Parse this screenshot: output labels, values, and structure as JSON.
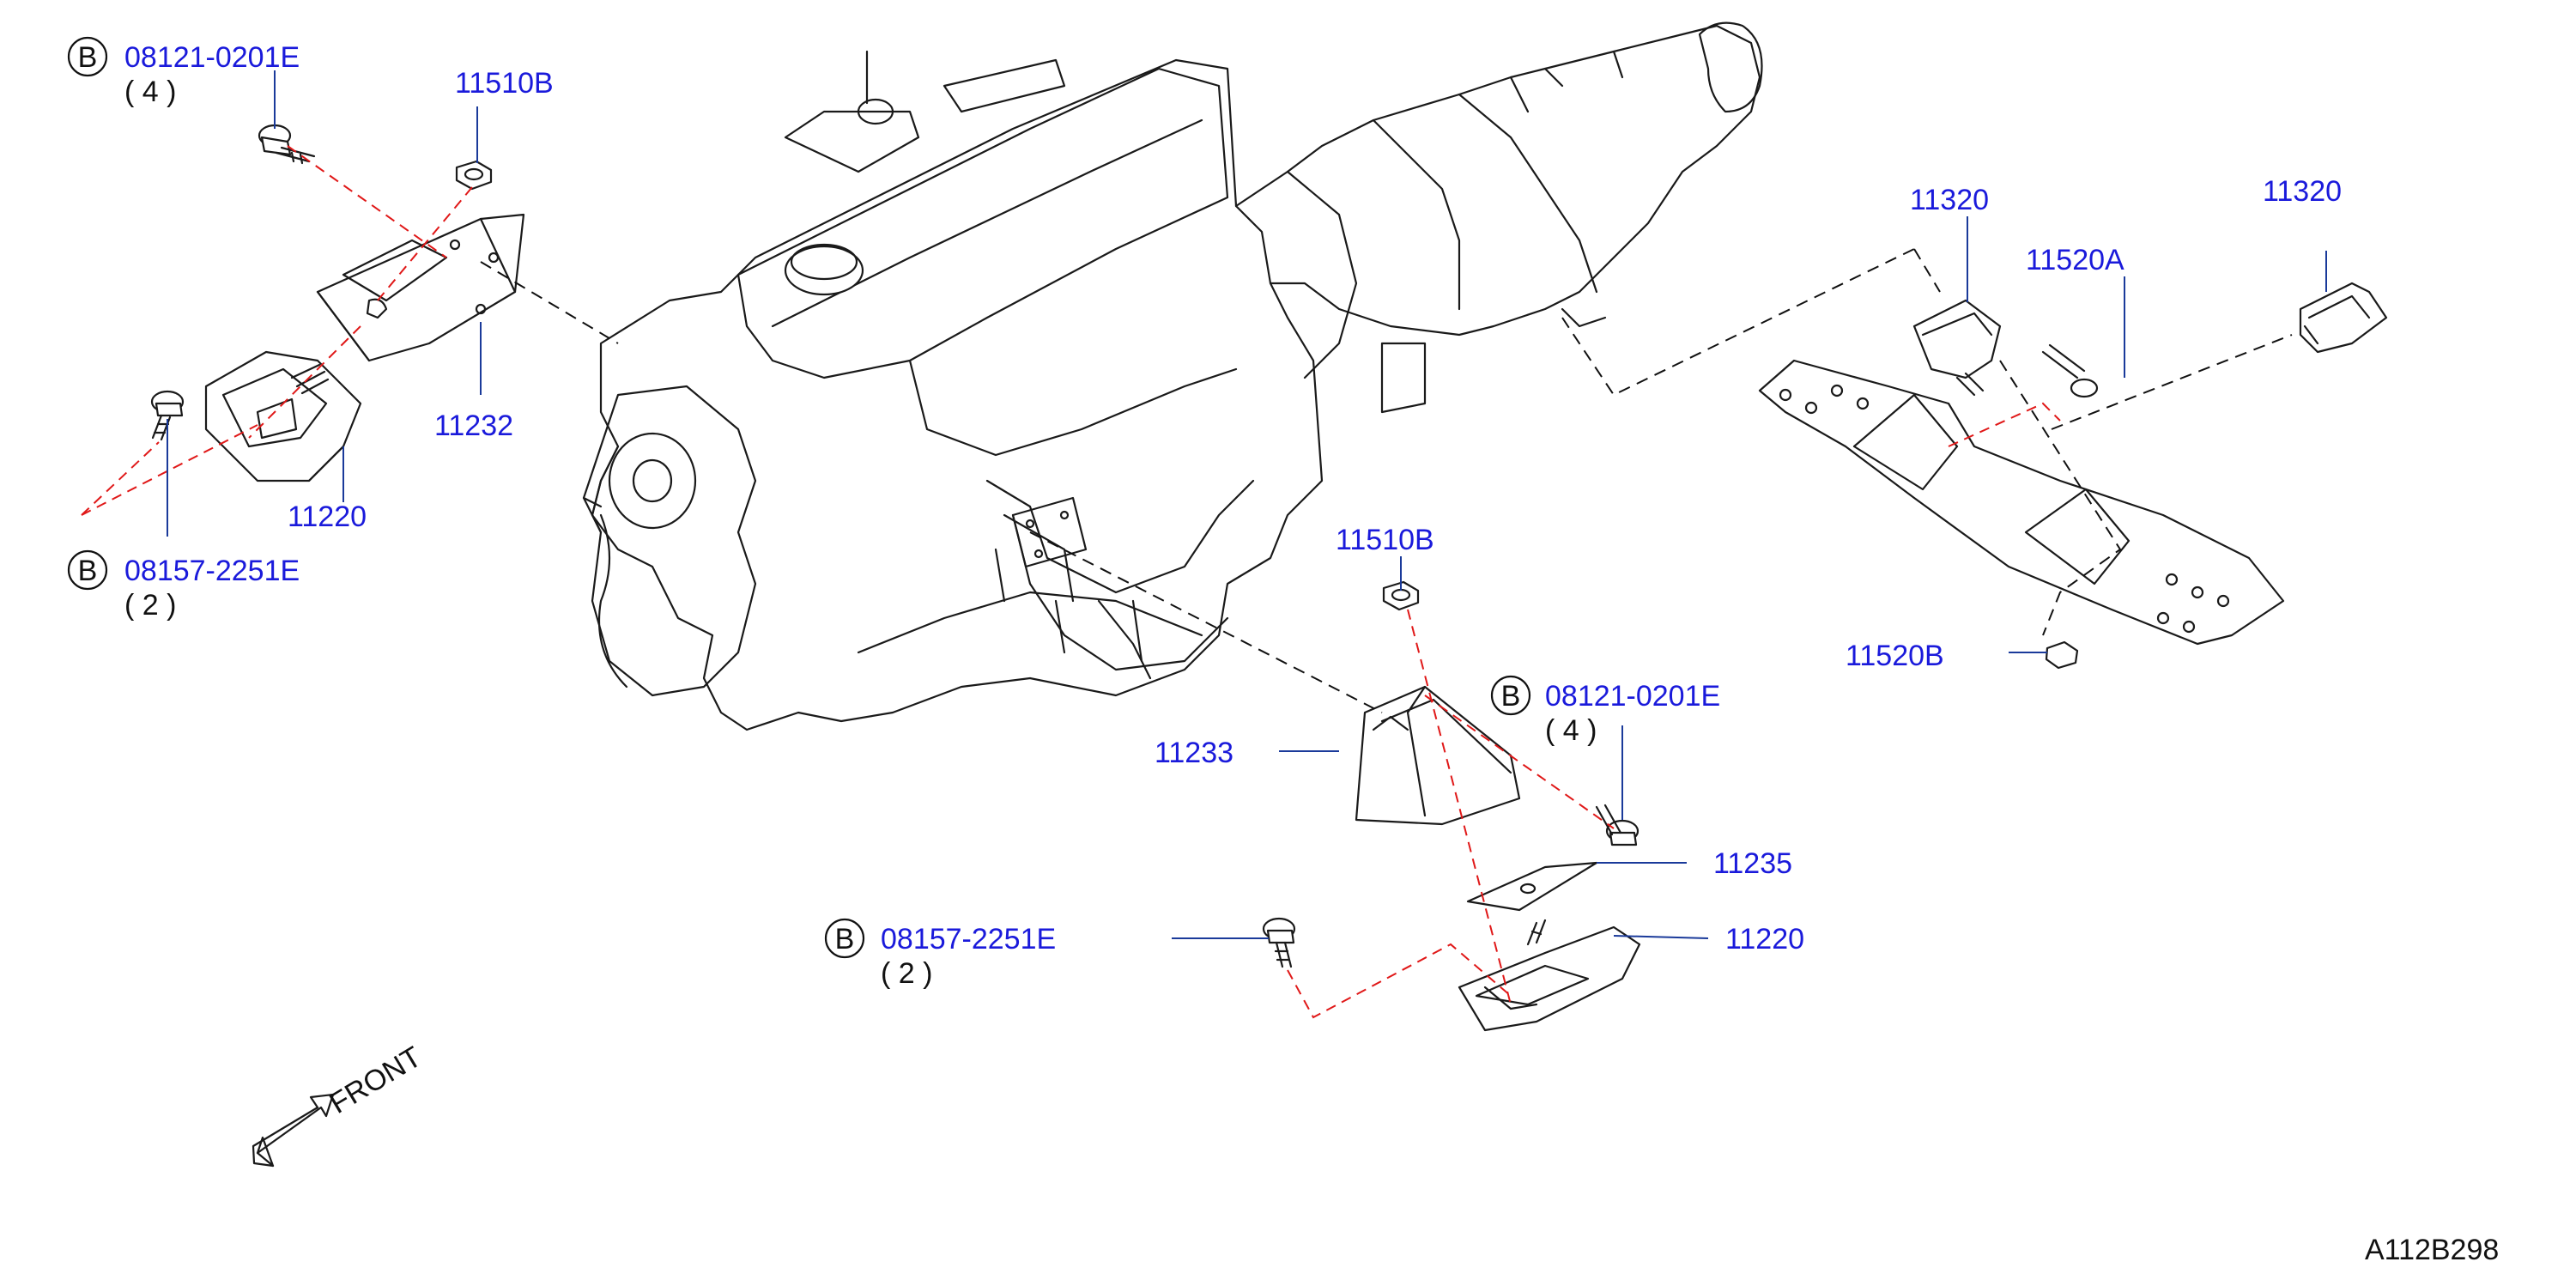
{
  "callouts": {
    "tl_bolt_code": "08121-0201E",
    "tl_bolt_qty": "( 4 )",
    "tl_nut": "11510B",
    "tl_bracket": "11232",
    "tl_insulator": "11220",
    "tl_stud_code": "08157-2251E",
    "tl_stud_qty": "( 2 )",
    "rr_insulator_a": "11320",
    "rr_insulator_b": "11320",
    "rr_bolt": "11520A",
    "rr_nut": "11520B",
    "c_nut": "11510B",
    "c_bolt_code": "08121-0201E",
    "c_bolt_qty": "( 4 )",
    "c_bracket": "11233",
    "c_plate": "11235",
    "c_insulator": "11220",
    "c_stud_code": "08157-2251E",
    "c_stud_qty": "( 2 )"
  },
  "badge_letter": "B",
  "front_label": "FRONT",
  "diagram_ref": "A112B298",
  "colors": {
    "label_blue": "#1a1adb",
    "line": "#1a1a1a",
    "red_dash": "#e01818"
  }
}
